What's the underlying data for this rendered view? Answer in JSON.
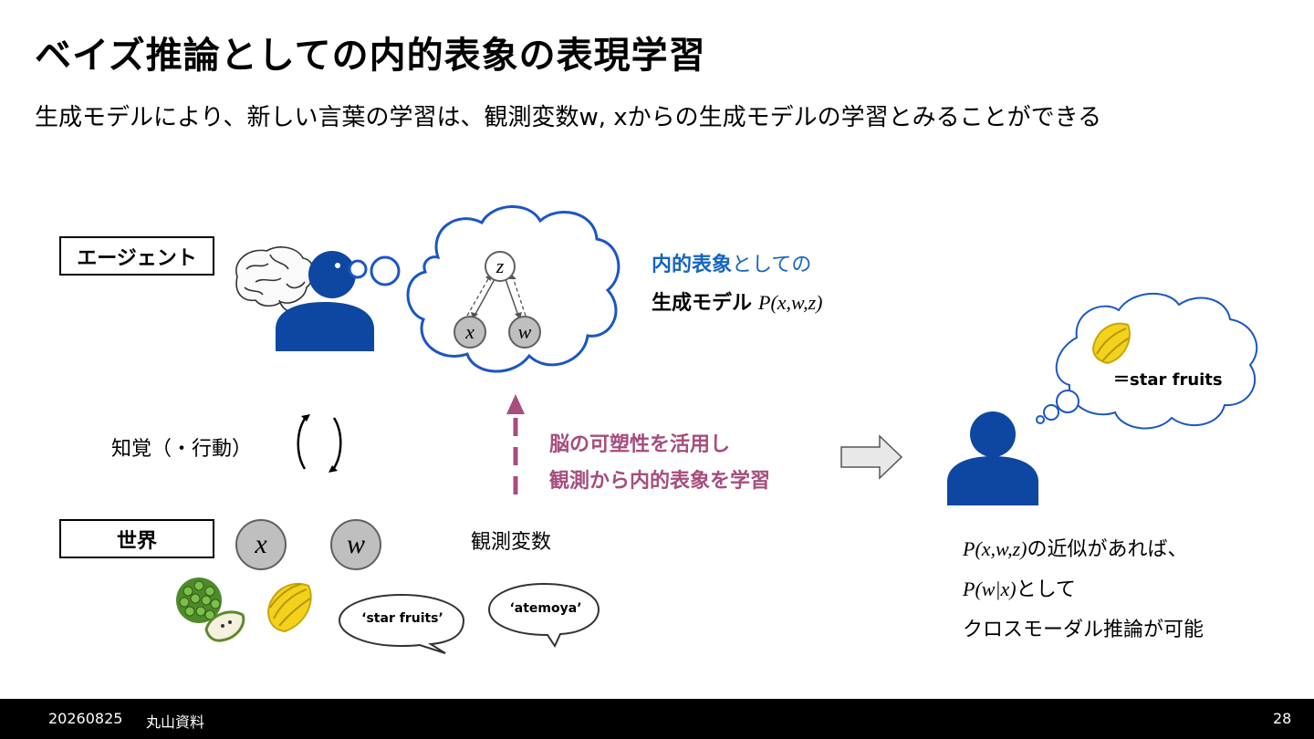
{
  "slide": {
    "title": "ベイズ推論としての内的表象の表現学習",
    "subtitle": "生成モデルにより、新しい言葉の学習は、観測変数w, xからの生成モデルの学習とみることができる"
  },
  "agent": {
    "label": "エージェント",
    "model_nodes": [
      "z",
      "x",
      "w"
    ],
    "caption_blue": "内的表象",
    "caption_rest": "としての",
    "caption_model": "生成モデル",
    "formula": "P(x,w,z)"
  },
  "perception": {
    "label": "知覚（・行動）"
  },
  "world": {
    "label": "世界",
    "nodes": [
      "x",
      "w"
    ],
    "observed_label": "観測変数",
    "speech1": "‘star fruits’",
    "speech2": "‘atemoya’"
  },
  "plasticity": {
    "line1": "脳の可塑性を活用し",
    "line2": "観測から内的表象を学習"
  },
  "inference": {
    "thought_text": "＝star fruits",
    "line1_formula": "P(x,w,z)",
    "line1_rest": "の近似があれば、",
    "line2_formula": "P(w|x)",
    "line2_rest": "として",
    "line3": "クロスモーダル推論が可能"
  },
  "footer": {
    "date": "20260825",
    "author": "丸山資料",
    "page": "28"
  },
  "colors": {
    "agent_blue": "#0d47a1",
    "cloud_blue": "#1a56c4",
    "text_blue": "#1565c0",
    "plasticity": "#a64d7d"
  },
  "icons": [
    "brain-icon",
    "agent-person-icon",
    "thought-cloud",
    "custard-apple-icon",
    "star-fruit-icon",
    "speech-bubble",
    "right-arrow-icon",
    "up-dashed-arrow-icon"
  ]
}
